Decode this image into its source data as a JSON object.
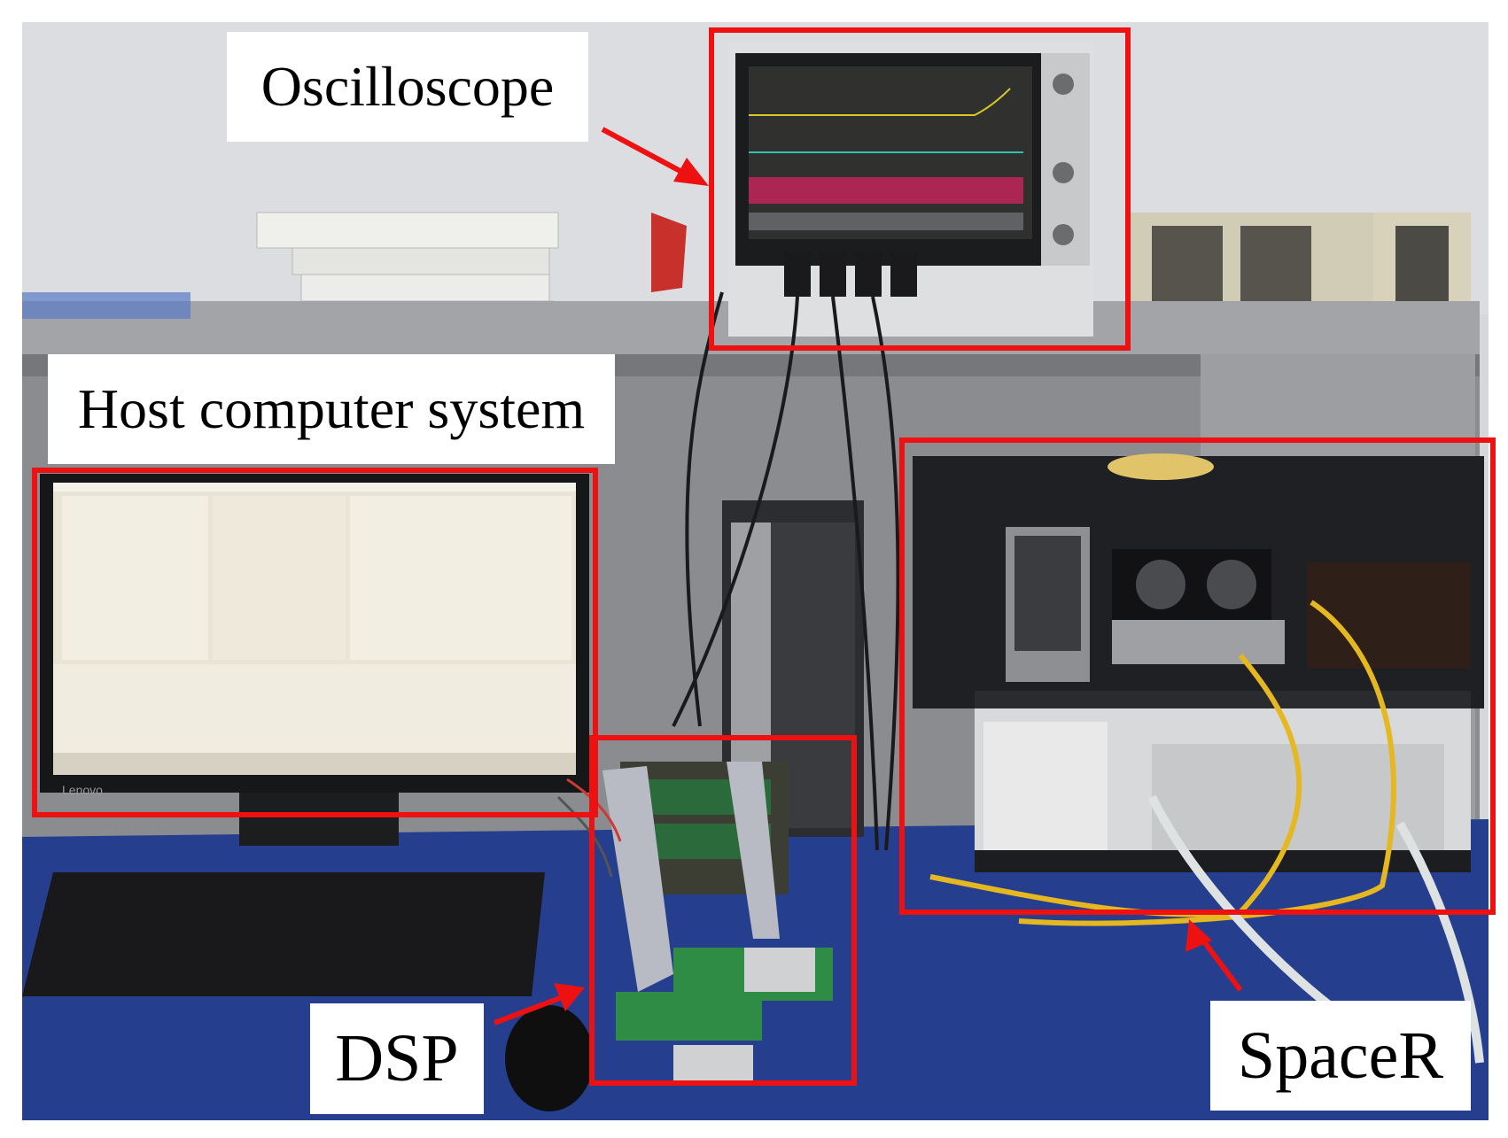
{
  "labels": {
    "oscilloscope": "Oscilloscope",
    "host_computer": "Host computer system",
    "dsp": "DSP",
    "spacer": "SpaceR"
  },
  "photo_text": {
    "monitor_brand": "Lenovo"
  },
  "colors": {
    "highlight_red": "#ee1111",
    "wall": "#d9dadc",
    "desk_blue": "#233f8f",
    "shelf_gray": "#8e8f93",
    "box_black": "#202022",
    "cable_yellow": "#e5b721"
  }
}
